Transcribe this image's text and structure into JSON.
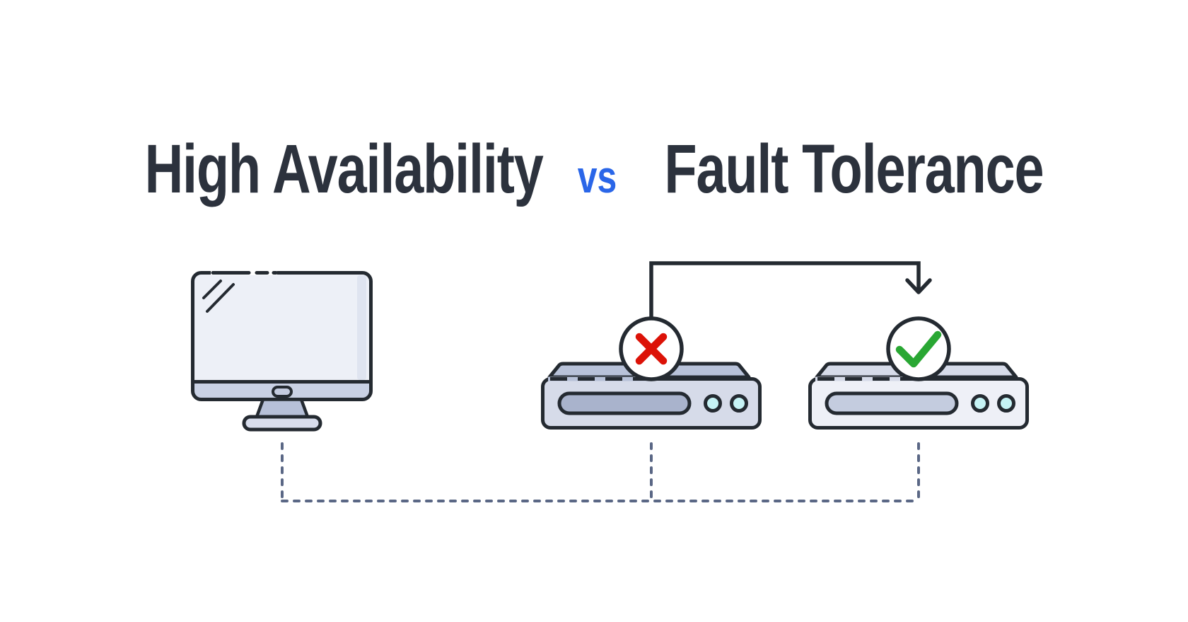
{
  "title": {
    "part_left": "High Availability",
    "part_vs": "vs",
    "part_right": "Fault Tolerance"
  },
  "colors": {
    "background": "#ffffff",
    "title_text": "#2c323d",
    "accent_vs": "#2a66e8",
    "outline": "#242a31",
    "screen_fill": "#edf0f7",
    "screen_shade": "#dfe4f0",
    "chin_fill": "#c9d1e4",
    "button_fill": "#c3cbdf",
    "neck_fill": "#b6c0d8",
    "base_fill": "#d8ddec",
    "server_failed_lid": "#b8c2d9",
    "server_failed_body": "#d6dbe9",
    "server_failed_slot": "#a9b3cc",
    "server_healthy_lid": "#d6dbe9",
    "server_healthy_body": "#eef0f7",
    "server_healthy_slot": "#c4ccdf",
    "led_fill": "#c6f3f5",
    "badge_fill": "#ffffff",
    "error_red": "#dc1207",
    "success_green": "#29a733",
    "dashed_link": "#5a6785"
  },
  "diagram": {
    "client_icon": "desktop-monitor",
    "failed_server_badge": "x-mark",
    "healthy_server_badge": "check-mark",
    "failover_arrow": "elbow-arrow-up-right-down",
    "network_links": "dashed-network-lines"
  }
}
